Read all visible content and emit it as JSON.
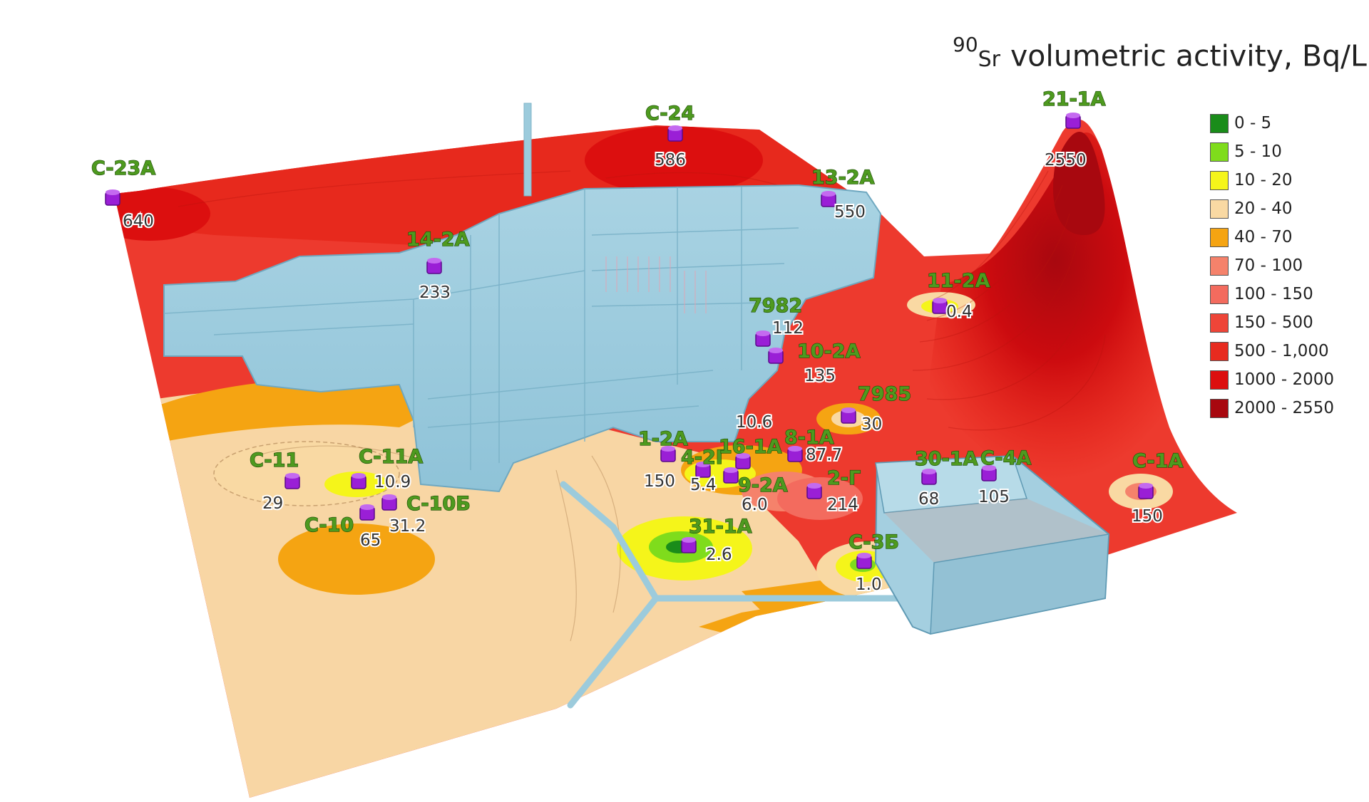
{
  "legend": {
    "isotope_mass": "90",
    "isotope_symbol": "Sr",
    "title": "volumetric activity, Bq/L",
    "items": [
      {
        "label": "0 - 5",
        "color": "#1a8c1a"
      },
      {
        "label": "5 - 10",
        "color": "#7fdc1c"
      },
      {
        "label": "10 - 20",
        "color": "#f5f51a"
      },
      {
        "label": "20 - 40",
        "color": "#f9d9a3"
      },
      {
        "label": "40 - 70",
        "color": "#f5a412"
      },
      {
        "label": "70 - 100",
        "color": "#f5826b"
      },
      {
        "label": "100 - 150",
        "color": "#f36b5e"
      },
      {
        "label": "150 - 500",
        "color": "#ee4538"
      },
      {
        "label": "500 - 1,000",
        "color": "#e72b1f"
      },
      {
        "label": "1000 - 2000",
        "color": "#dc0f0f"
      },
      {
        "label": "2000 - 2550",
        "color": "#a8080f"
      }
    ]
  },
  "wells": [
    {
      "id": "C-23A",
      "value": "640"
    },
    {
      "id": "C-24",
      "value": "586"
    },
    {
      "id": "13-2A",
      "value": "550"
    },
    {
      "id": "21-1A",
      "value": "2550"
    },
    {
      "id": "14-2A",
      "value": "233"
    },
    {
      "id": "11-2A",
      "value": "0.4"
    },
    {
      "id": "7982",
      "value": "112"
    },
    {
      "id": "10-2A",
      "value": "135"
    },
    {
      "id": "7985",
      "value": "30"
    },
    {
      "id": "C-11",
      "value": "29"
    },
    {
      "id": "C-11A",
      "value": "10.9"
    },
    {
      "id": "C-10Б",
      "value": "31.2"
    },
    {
      "id": "C-10",
      "value": "65"
    },
    {
      "id": "1-2A",
      "value": "150"
    },
    {
      "id": "4-2Г",
      "value": "5.4"
    },
    {
      "id": "16-1A",
      "value": "10.6"
    },
    {
      "id": "8-1A",
      "value": "87.7"
    },
    {
      "id": "9-2A",
      "value": "6.0"
    },
    {
      "id": "2-Г",
      "value": "214"
    },
    {
      "id": "30-1A",
      "value": "68"
    },
    {
      "id": "C-4A",
      "value": "105"
    },
    {
      "id": "C-1A",
      "value": "150"
    },
    {
      "id": "31-1A",
      "value": "2.6"
    },
    {
      "id": "C-3Б",
      "value": "1.0"
    }
  ]
}
